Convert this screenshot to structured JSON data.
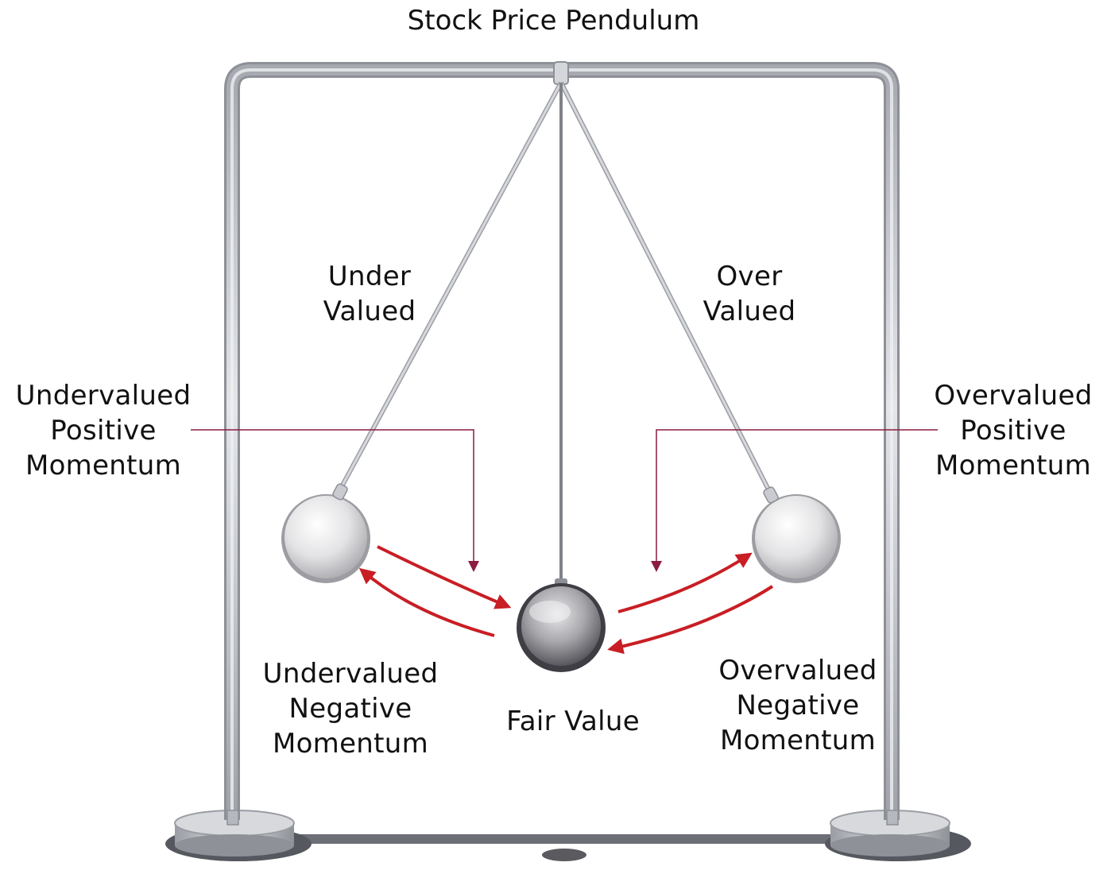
{
  "diagram": {
    "title": "Stock Price Pendulum",
    "labels": {
      "under_valued": [
        "Under",
        "Valued"
      ],
      "over_valued": [
        "Over",
        "Valued"
      ],
      "undervalued_positive_momentum": [
        "Undervalued",
        "Positive",
        "Momentum"
      ],
      "overvalued_positive_momentum": [
        "Overvalued",
        "Positive",
        "Momentum"
      ],
      "undervalued_negative_momentum": [
        "Undervalued",
        "Negative",
        "Momentum"
      ],
      "overvalued_negative_momentum": [
        "Overvalued",
        "Negative",
        "Momentum"
      ],
      "fair_value": "Fair Value"
    },
    "colors": {
      "frame": "#b9bcc2",
      "frame_shade": "#8d9096",
      "arrow_red": "#c81e24",
      "callout_line": "#8b1c3f",
      "ball_light": "#e6e6e8",
      "ball_dark": "#8a8a90"
    }
  }
}
